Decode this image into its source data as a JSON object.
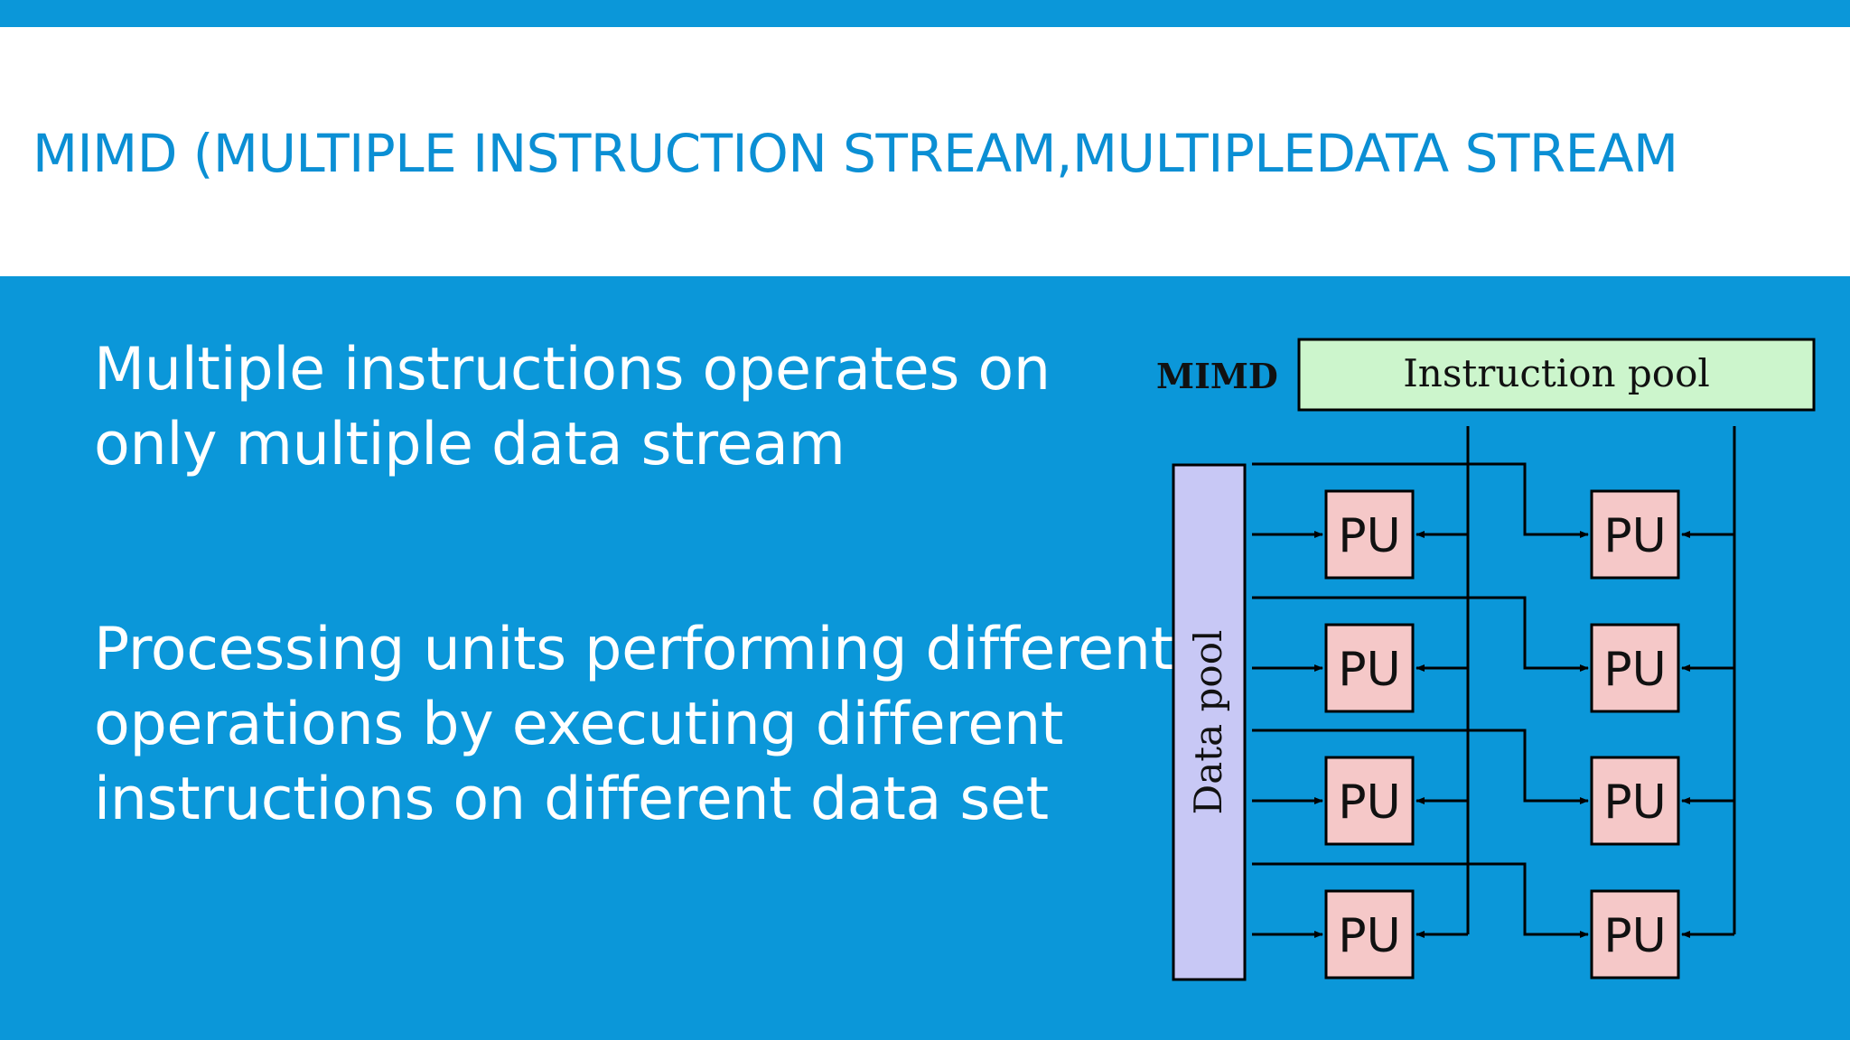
{
  "slide": {
    "title": "MIMD (MULTIPLE INSTRUCTION STREAM,MULTIPLEDATA STREAM",
    "bullets": [
      "Multiple instructions operates on\nonly multiple data stream",
      "Processing units performing different\noperations by executing different\ninstructions on different data set"
    ]
  },
  "diagram": {
    "label": "MIMD",
    "instruction_pool": "Instruction pool",
    "data_pool": "Data pool",
    "unit_label": "PU",
    "rows": 4,
    "columns": 2,
    "colors": {
      "instruction_pool": "#ccf5cc",
      "data_pool": "#c8c8f5",
      "unit": "#f5c8c8",
      "line": "#000000"
    }
  }
}
